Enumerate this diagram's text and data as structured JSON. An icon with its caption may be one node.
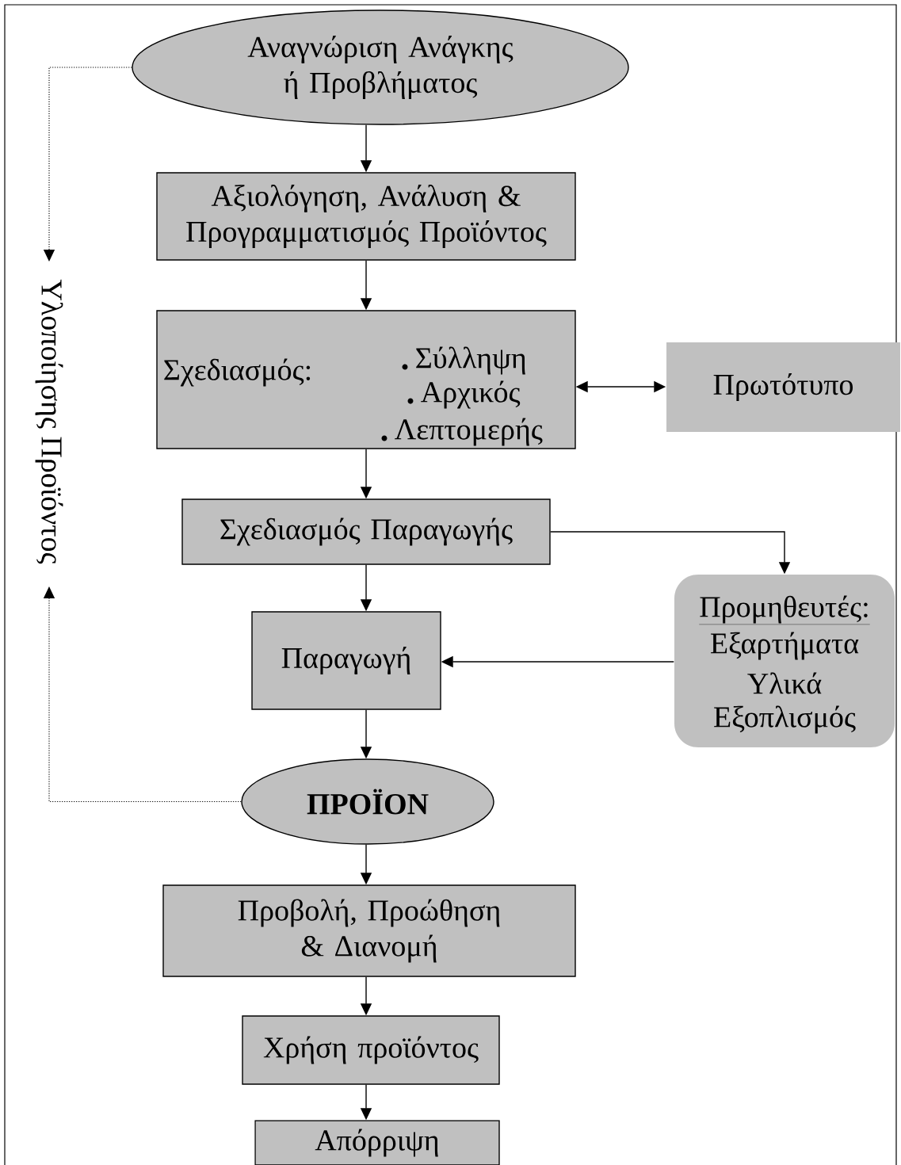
{
  "diagram": {
    "nodes": [
      {
        "text": [
          "Αναγνώριση Ανάγκης ή Προβλήματος"
        ]
      },
      {
        "text": [
          "Αξιολόγηση, Ανάλυση & Προγραμματισμός Προϊόντος"
        ]
      },
      {
        "text": [
          "Σχεδιασμός:",
          "Σύλληψη",
          "Αρχικός",
          "Λεπτομερής"
        ]
      },
      {
        "text": [
          "Πρωτότυπο"
        ]
      },
      {
        "text": [
          "Σχεδιασμός Παραγωγής"
        ]
      },
      {
        "text": [
          "Προμηθευτές:",
          "Εξαρτήματα",
          "Υλικά",
          "Εξοπλισμός"
        ]
      },
      {
        "text": [
          "Παραγωγή"
        ]
      },
      {
        "text": [
          "ΠΡΟΪΟΝ"
        ]
      },
      {
        "text": [
          "Προβολή, Προώθηση & Διανομή"
        ]
      },
      {
        "text": [
          "Χρήση προϊόντος"
        ]
      },
      {
        "text": [
          "Απόρριψη"
        ]
      }
    ],
    "edges": [
      {
        "from": 0,
        "to": 1,
        "arrow": "to"
      },
      {
        "from": 1,
        "to": 2,
        "arrow": "to"
      },
      {
        "from": 2,
        "to": 3,
        "arrow": "both"
      },
      {
        "from": 2,
        "to": 4,
        "arrow": "to"
      },
      {
        "from": 4,
        "to": 5,
        "arrow": "to"
      },
      {
        "from": 5,
        "to": 6,
        "arrow": "to"
      },
      {
        "from": 4,
        "to": 6,
        "arrow": "to"
      },
      {
        "from": 6,
        "to": 7,
        "arrow": "to"
      },
      {
        "from": 7,
        "to": 8,
        "arrow": "to"
      },
      {
        "from": 8,
        "to": 9,
        "arrow": "to"
      },
      {
        "from": 9,
        "to": 10,
        "arrow": "to"
      },
      {
        "from": 0,
        "to": null,
        "arrow": "to",
        "style": "dashed"
      },
      {
        "from": 7,
        "to": null,
        "arrow": "to",
        "style": "dashed"
      }
    ],
    "labels": [
      "Υλοποίησης Προϊόντος"
    ]
  }
}
